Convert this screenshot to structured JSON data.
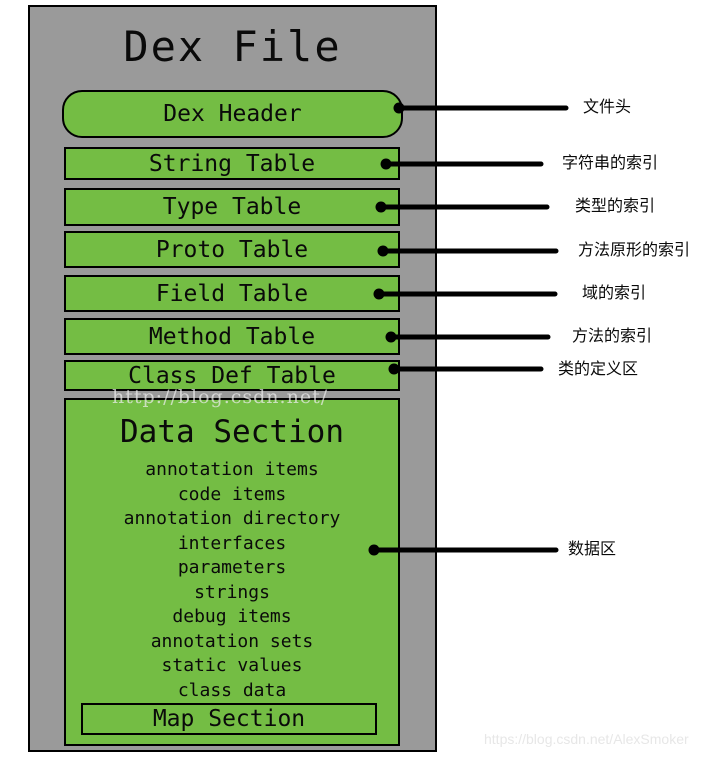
{
  "colors": {
    "container_bg": "#9A9A9A",
    "box_bg": "#74BD44",
    "border": "#000000",
    "arrow": "#000000",
    "watermark": "#E7E7E7"
  },
  "diagram": {
    "title": "Dex File",
    "header_box": {
      "label": "Dex Header"
    },
    "index_tables": [
      {
        "label": "String Table"
      },
      {
        "label": "Type Table"
      },
      {
        "label": "Proto Table"
      },
      {
        "label": "Field Table"
      },
      {
        "label": "Method Table"
      },
      {
        "label": "Class Def Table"
      }
    ],
    "data_section": {
      "title": "Data Section",
      "items": [
        "annotation items",
        "code items",
        "annotation directory",
        "interfaces",
        "parameters",
        "strings",
        "debug items",
        "annotation sets",
        "static values",
        "class data"
      ],
      "map_section_label": "Map Section"
    },
    "annotations": [
      {
        "label": "文件头"
      },
      {
        "label": "字符串的索引"
      },
      {
        "label": "类型的索引"
      },
      {
        "label": "方法原形的索引"
      },
      {
        "label": "域的索引"
      },
      {
        "label": "方法的索引"
      },
      {
        "label": "类的定义区"
      },
      {
        "label": "数据区"
      }
    ]
  },
  "watermarks": {
    "center": "http://blog.csdn.net/",
    "bottom_right": "https://blog.csdn.net/AlexSmoker"
  }
}
